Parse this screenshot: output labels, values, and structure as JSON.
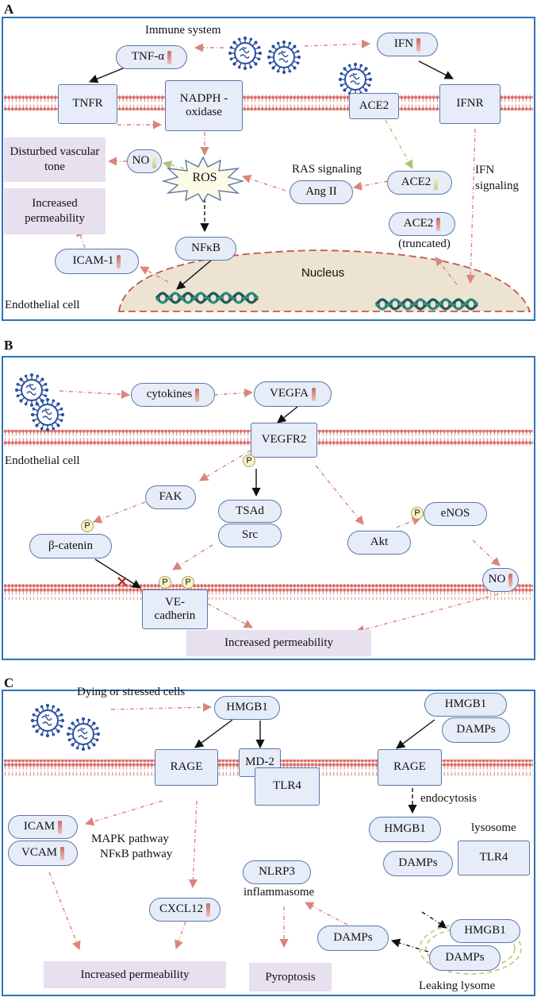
{
  "panels": [
    {
      "letter": "A"
    },
    {
      "letter": "B"
    },
    {
      "letter": "C"
    }
  ],
  "a": {
    "immune_system": "Immune system",
    "tnf": "TNF-α",
    "ifn": "IFN",
    "tnfr": "TNFR",
    "nadph": "NADPH -oxidase",
    "ace2_membrane": "ACE2",
    "ifnr": "IFNR",
    "disturbed": "Disturbed vascular tone",
    "no": "NO",
    "ros": "ROS",
    "ras_signaling": "RAS signaling",
    "ang2": "Ang II",
    "ace2_down": "ACE2",
    "ifn_signaling": "IFN signaling",
    "increased_perm": "Increased permeability",
    "ace2_up": "ACE2",
    "truncated": "(truncated)",
    "nfkb": "NFκB",
    "icam1": "ICAM-1",
    "nucleus": "Nucleus",
    "endothelial": "Endothelial cell"
  },
  "b": {
    "cytokines": "cytokines",
    "vegfa": "VEGFA",
    "vegfr2": "VEGFR2",
    "endothelial": "Endothelial cell",
    "p": "P",
    "fak": "FAK",
    "tsad": "TSAd",
    "src": "Src",
    "akt": "Akt",
    "enos": "eNOS",
    "bcatenin": "β-catenin",
    "no": "NO",
    "vecadherin": "VE- cadherin",
    "increased_perm": "Increased permeability"
  },
  "c": {
    "dying": "Dying or stressed cells",
    "hmgb1_top": "HMGB1",
    "hmgb1_right": "HMGB1",
    "damps_right": "DAMPs",
    "rage_left": "RAGE",
    "md2": "MD-2",
    "tlr4_mem": "TLR4",
    "rage_right": "RAGE",
    "endocytosis": "endocytosis",
    "icam": "ICAM",
    "vcam": "VCAM",
    "mapk": "MAPK pathway",
    "nfkb_pathway": "NFκB pathway",
    "hmgb1_mid": "HMGB1",
    "lysosome": "lysosome",
    "damps_mid": "DAMPs",
    "tlr4_lys": "TLR4",
    "nlrp3": "NLRP3",
    "inflammasome": "inflammasome",
    "cxcl12": "CXCL12",
    "damps_left": "DAMPs",
    "hmgb1_lys": "HMGB1",
    "damps_lys": "DAMPs",
    "increased_perm": "Increased permeability",
    "pyroptosis": "Pyroptosis",
    "leaking": "Leaking lysome"
  },
  "colors": {
    "frame": "#2f73b8",
    "box_fill": "#e6ecf8",
    "box_border": "#5b78a8",
    "membrane": "#d9706b",
    "shade": "#e7e0ef",
    "nucleus": "#ece3d2",
    "arrow_dashed": "#d9857d",
    "arrow_green": "#a8c47a",
    "virus": "#2a4fa0"
  },
  "icons": [
    "virus-icon",
    "dna-helix-icon",
    "up-arrow-icon",
    "down-arrow-icon",
    "phosphate-icon",
    "inhibition-x-icon"
  ]
}
